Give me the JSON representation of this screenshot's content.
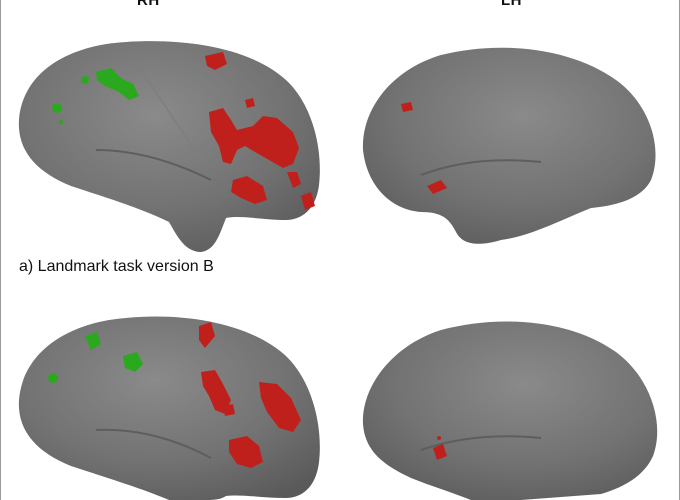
{
  "panel": {
    "label_rh": "RH",
    "label_lh": "LH",
    "caption_a": "a) Landmark task version B"
  },
  "colors": {
    "cortex": "#707070",
    "activation": "#c0201c",
    "deactivation": "#2aa81e",
    "background": "#ffffff"
  }
}
